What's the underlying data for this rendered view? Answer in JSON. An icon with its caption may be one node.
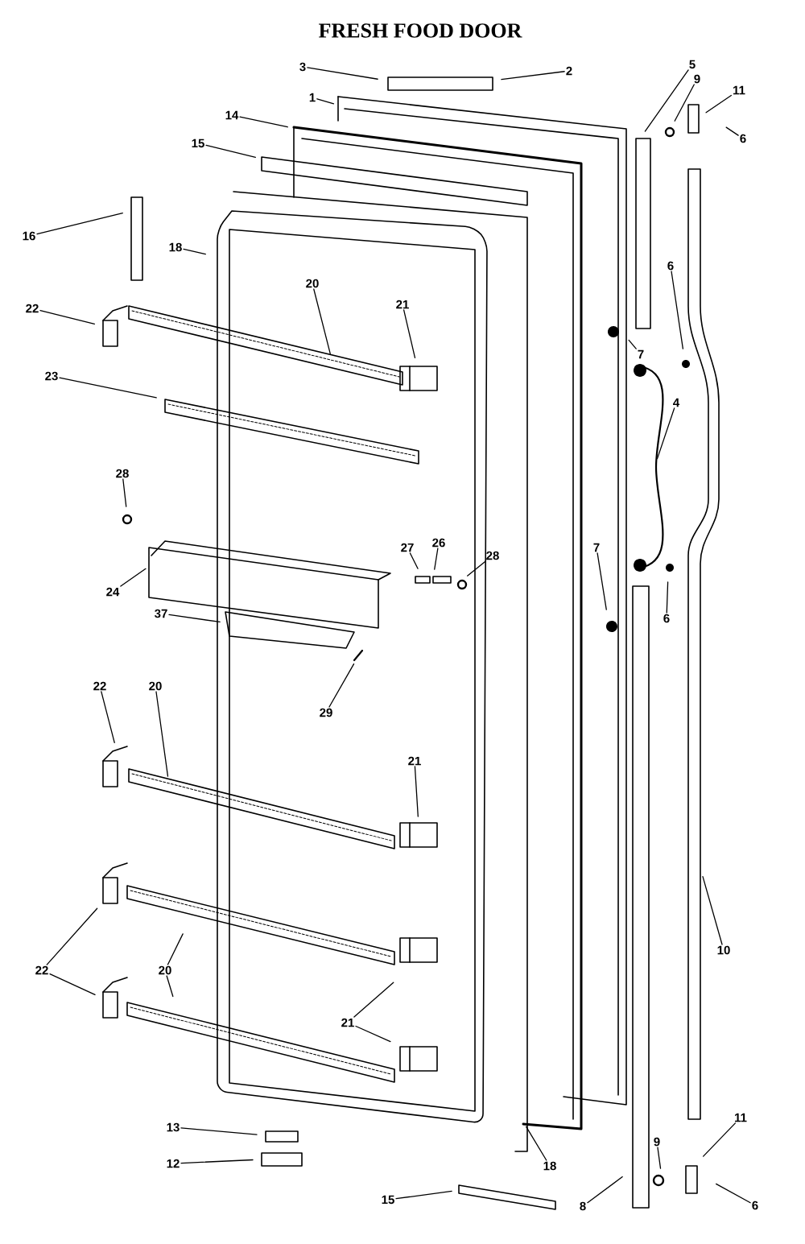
{
  "diagram": {
    "title": "FRESH FOOD DOOR",
    "nodes": [
      {
        "text": [
          "3"
        ]
      },
      {
        "text": [
          "2"
        ]
      },
      {
        "text": [
          "5"
        ]
      },
      {
        "text": [
          "9"
        ]
      },
      {
        "text": [
          "11"
        ]
      },
      {
        "text": [
          "1"
        ]
      },
      {
        "text": [
          "14"
        ]
      },
      {
        "text": [
          "6"
        ]
      },
      {
        "text": [
          "15"
        ]
      },
      {
        "text": [
          "16"
        ]
      },
      {
        "text": [
          "18"
        ]
      },
      {
        "text": [
          "6"
        ]
      },
      {
        "text": [
          "20"
        ]
      },
      {
        "text": [
          "21"
        ]
      },
      {
        "text": [
          "22"
        ]
      },
      {
        "text": [
          "7"
        ]
      },
      {
        "text": [
          "23"
        ]
      },
      {
        "text": [
          "4"
        ]
      },
      {
        "text": [
          "28"
        ]
      },
      {
        "text": [
          "26"
        ]
      },
      {
        "text": [
          "7"
        ]
      },
      {
        "text": [
          "28"
        ]
      },
      {
        "text": [
          "27"
        ]
      },
      {
        "text": [
          "24"
        ]
      },
      {
        "text": [
          "37"
        ]
      },
      {
        "text": [
          "6"
        ]
      },
      {
        "text": [
          "22"
        ]
      },
      {
        "text": [
          "20"
        ]
      },
      {
        "text": [
          "29"
        ]
      },
      {
        "text": [
          "21"
        ]
      },
      {
        "text": [
          "10"
        ]
      },
      {
        "text": [
          "22"
        ]
      },
      {
        "text": [
          "20"
        ]
      },
      {
        "text": [
          "21"
        ]
      },
      {
        "text": [
          "11"
        ]
      },
      {
        "text": [
          "13"
        ]
      },
      {
        "text": [
          "9"
        ]
      },
      {
        "text": [
          "12"
        ]
      },
      {
        "text": [
          "18"
        ]
      },
      {
        "text": [
          "15"
        ]
      },
      {
        "text": [
          "8"
        ]
      },
      {
        "text": [
          "6"
        ]
      }
    ],
    "edges": [
      {
        "from": 0,
        "to": null,
        "arrow": "none"
      },
      {
        "from": 1,
        "to": null,
        "arrow": "none"
      },
      {
        "from": 2,
        "to": null,
        "arrow": "none"
      },
      {
        "from": 3,
        "to": null,
        "arrow": "none"
      },
      {
        "from": 4,
        "to": null,
        "arrow": "none"
      },
      {
        "from": 5,
        "to": null,
        "arrow": "none"
      },
      {
        "from": 6,
        "to": null,
        "arrow": "none"
      },
      {
        "from": 7,
        "to": null,
        "arrow": "none"
      },
      {
        "from": 8,
        "to": null,
        "arrow": "none"
      },
      {
        "from": 9,
        "to": null,
        "arrow": "none"
      },
      {
        "from": 10,
        "to": null,
        "arrow": "none"
      },
      {
        "from": 11,
        "to": null,
        "arrow": "none"
      },
      {
        "from": 12,
        "to": null,
        "arrow": "none"
      },
      {
        "from": 13,
        "to": null,
        "arrow": "none"
      },
      {
        "from": 14,
        "to": null,
        "arrow": "none"
      },
      {
        "from": 15,
        "to": null,
        "arrow": "none"
      },
      {
        "from": 16,
        "to": null,
        "arrow": "none"
      },
      {
        "from": 17,
        "to": null,
        "arrow": "none"
      },
      {
        "from": 18,
        "to": null,
        "arrow": "none"
      },
      {
        "from": 19,
        "to": null,
        "arrow": "none"
      },
      {
        "from": 20,
        "to": null,
        "arrow": "none"
      },
      {
        "from": 21,
        "to": null,
        "arrow": "none"
      },
      {
        "from": 22,
        "to": null,
        "arrow": "none"
      },
      {
        "from": 23,
        "to": null,
        "arrow": "none"
      },
      {
        "from": 24,
        "to": null,
        "arrow": "none"
      },
      {
        "from": 25,
        "to": null,
        "arrow": "none"
      },
      {
        "from": 26,
        "to": null,
        "arrow": "none"
      },
      {
        "from": 27,
        "to": null,
        "arrow": "none"
      },
      {
        "from": 28,
        "to": null,
        "arrow": "none"
      },
      {
        "from": 29,
        "to": null,
        "arrow": "none"
      },
      {
        "from": 30,
        "to": null,
        "arrow": "none"
      },
      {
        "from": 31,
        "to": null,
        "arrow": "none"
      },
      {
        "from": 31,
        "to": null,
        "arrow": "none"
      },
      {
        "from": 32,
        "to": null,
        "arrow": "none"
      },
      {
        "from": 32,
        "to": null,
        "arrow": "none"
      },
      {
        "from": 33,
        "to": null,
        "arrow": "none"
      },
      {
        "from": 33,
        "to": null,
        "arrow": "none"
      },
      {
        "from": 34,
        "to": null,
        "arrow": "none"
      },
      {
        "from": 35,
        "to": null,
        "arrow": "none"
      },
      {
        "from": 36,
        "to": null,
        "arrow": "none"
      },
      {
        "from": 37,
        "to": null,
        "arrow": "none"
      },
      {
        "from": 38,
        "to": null,
        "arrow": "none"
      },
      {
        "from": 39,
        "to": null,
        "arrow": "none"
      },
      {
        "from": 40,
        "to": null,
        "arrow": "none"
      },
      {
        "from": 41,
        "to": null,
        "arrow": "none"
      }
    ]
  }
}
